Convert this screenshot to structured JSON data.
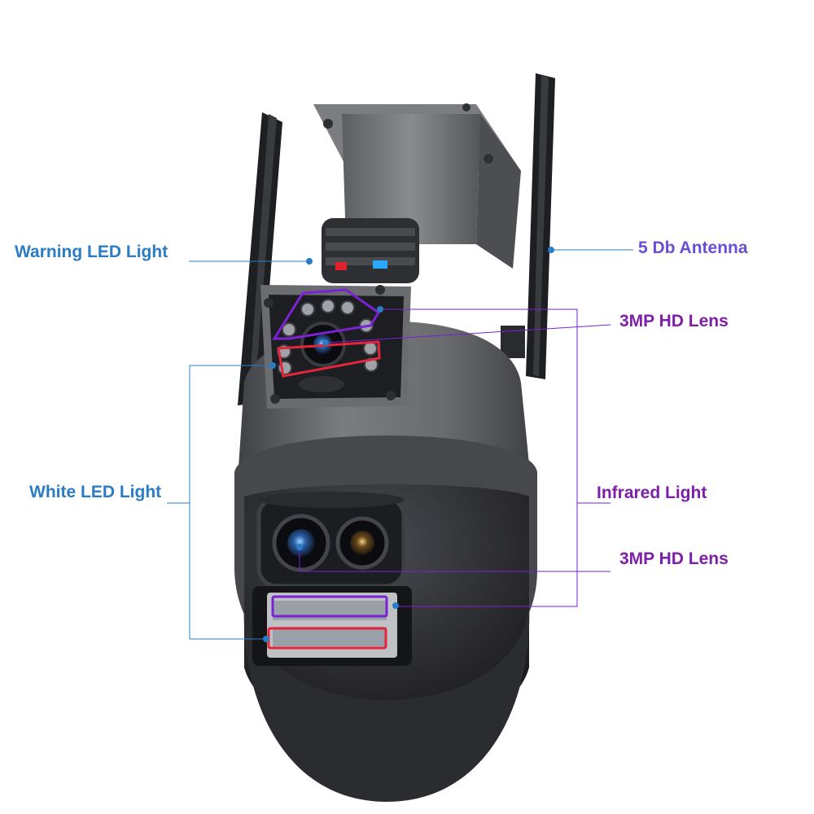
{
  "callouts": {
    "warning_led": "Warning LED Light",
    "white_led": "White LED Light",
    "antenna": "5 Db Antenna",
    "lens_top": "3MP HD Lens",
    "infrared": "Infrared Light",
    "lens_bottom": "3MP HD Lens"
  },
  "colors": {
    "blue_text": "#2a7cc4",
    "violet_text": "#6a4fd6",
    "purple_text": "#7d1fa8",
    "ir_highlight": "#7a22d4",
    "white_led_highlight": "#e3263b",
    "camera_body": "#6d6e72",
    "camera_dark": "#2b2c30"
  },
  "icons": [
    "camera-product-photo",
    "antenna-icon",
    "lens-icon",
    "led-array-icon"
  ]
}
